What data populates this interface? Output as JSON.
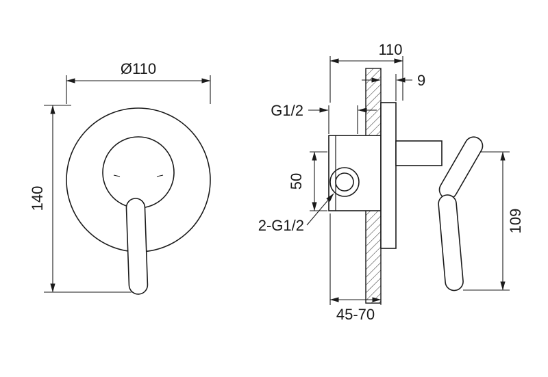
{
  "colors": {
    "line": "#1a1a1a",
    "background": "#ffffff"
  },
  "front_view": {
    "diameter": "Ø110",
    "overall_height": "140"
  },
  "side_view": {
    "overall_width": "110",
    "plate_thickness": "9",
    "top_connection": "G1/2",
    "port_offset": "50",
    "inlet_connections": "2-G1/2",
    "handle_drop": "109",
    "installation_depth": "45-70"
  }
}
